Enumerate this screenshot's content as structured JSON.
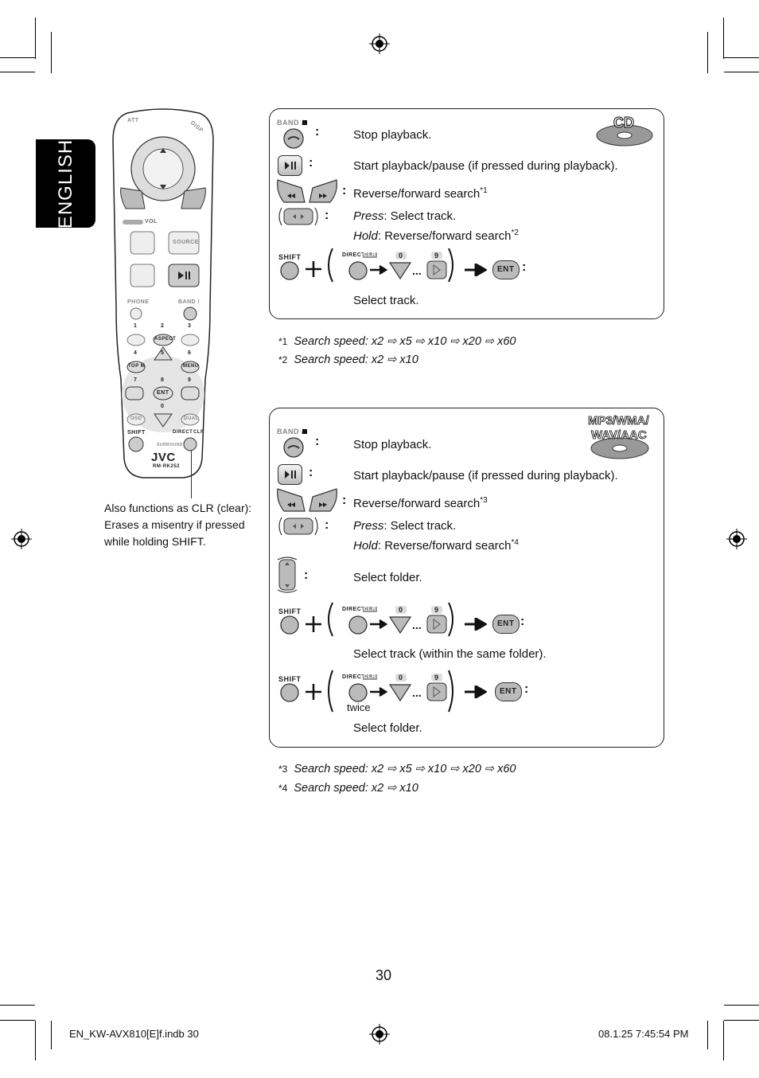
{
  "sidebar": {
    "language_tab": "ENGLISH"
  },
  "remote": {
    "brand": "JVC",
    "model": "RM-RK252",
    "labels": {
      "att": "ATT",
      "disp": "DISP",
      "vol": "VOL",
      "source": "SOURCE",
      "phone": "PHONE",
      "band": "BAND /",
      "aspect": "ASPECT",
      "top_m": "TOP M",
      "menu": "MENU",
      "ent": "ENT",
      "osd": "OSD",
      "dual": "DUAL",
      "shift": "SHIFT",
      "direct": "DIRECT",
      "clr": "CLR",
      "surround": "SURROUND",
      "n1": "1",
      "n2": "2",
      "n3": "3",
      "n4": "4",
      "n5": "5",
      "n6": "6",
      "n7": "7",
      "n8": "8",
      "n9": "9",
      "n0": "0"
    },
    "caption": [
      "Also functions as CLR (clear):",
      "Erases a misentry if pressed",
      "while holding SHIFT."
    ]
  },
  "cd_section": {
    "badge": "CD",
    "rows": {
      "stop": "Stop playback.",
      "play": "Start playback/pause (if pressed during playback).",
      "rev_fwd": "Reverse/forward search",
      "rev_fwd_mark": "*1",
      "press_label": "Press",
      "press_text": ": Select track.",
      "hold_label": "Hold",
      "hold_text": ": Reverse/forward search",
      "hold_mark": "*2",
      "select_track": "Select track."
    },
    "notes": [
      {
        "mark": "*1",
        "text": "Search speed: x2 ⇨ x5 ⇨ x10 ⇨ x20 ⇨ x60"
      },
      {
        "mark": "*2",
        "text": "Search speed: x2 ⇨ x10"
      }
    ]
  },
  "mp3_section": {
    "badge_line1": "MP3/WMA/",
    "badge_line2": "WAV/AAC",
    "rows": {
      "stop": "Stop playback.",
      "play": "Start playback/pause (if pressed during playback).",
      "rev_fwd": "Reverse/forward search",
      "rev_fwd_mark": "*3",
      "press_label": "Press",
      "press_text": ": Select track.",
      "hold_label": "Hold",
      "hold_text": ": Reverse/forward search",
      "hold_mark": "*4",
      "select_folder_1": "Select folder.",
      "select_track_folder": "Select track (within the same folder).",
      "twice": "twice",
      "select_folder_2": "Select folder."
    },
    "notes": [
      {
        "mark": "*3",
        "text": "Search speed: x2 ⇨ x5 ⇨ x10 ⇨ x20 ⇨ x60"
      },
      {
        "mark": "*4",
        "text": "Search speed: x2 ⇨ x10"
      }
    ]
  },
  "combo_labels": {
    "shift": "SHIFT",
    "direct": "DIRECT",
    "clr": "CLR",
    "zero": "0",
    "nine": "9",
    "ent": "ENT",
    "band": "BAND /"
  },
  "page_number": "30",
  "footer": {
    "left": "EN_KW-AVX810[E]f.indb   30",
    "right": "08.1.25   7:45:54 PM"
  }
}
